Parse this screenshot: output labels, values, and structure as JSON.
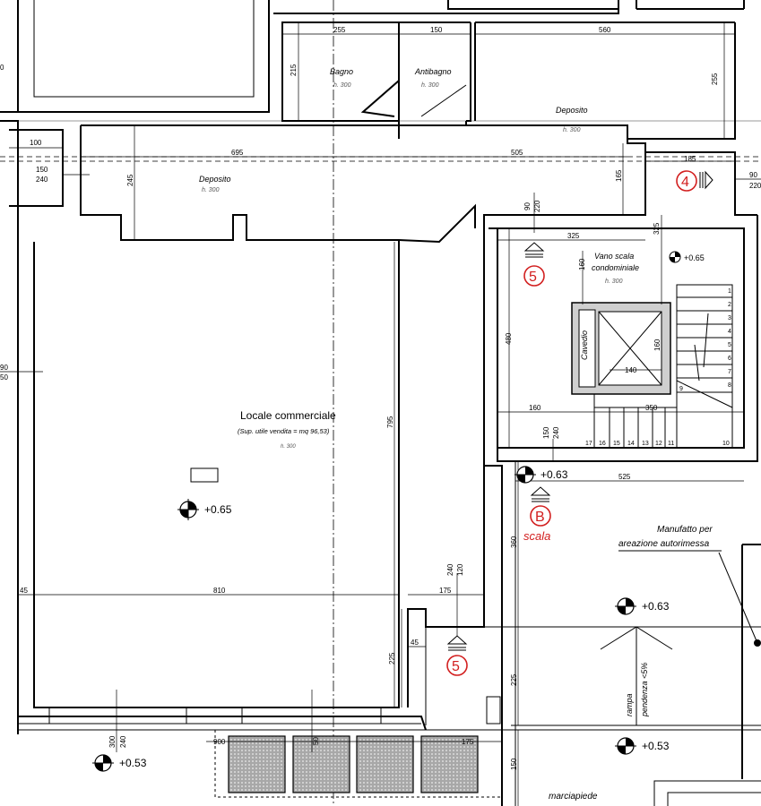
{
  "rooms": {
    "bagno": {
      "name": "Bagno",
      "height": "h. 300"
    },
    "antibagno": {
      "name": "Antibagno",
      "height": "h. 300"
    },
    "deposito_top": {
      "name": "Deposito",
      "height": "h. 300"
    },
    "deposito_mid": {
      "name": "Deposito",
      "height": "h. 300"
    },
    "vano_scala": {
      "name_line1": "Vano scala",
      "name_line2": "condominiale",
      "height": "h. 300"
    },
    "cavedio": {
      "name": "Cavedio"
    },
    "locale": {
      "name": "Locale commerciale",
      "area": "(Sup. utile vendita = mq 96,53)",
      "height": "h. 300"
    },
    "manufatto": {
      "line1": "Manufatto per",
      "line2": "areazione autorimessa"
    },
    "marciapiede": {
      "name": "marciapiede"
    },
    "rampa": {
      "line1": "rampa",
      "line2": "pendenza <5%"
    }
  },
  "levels": {
    "locale": "+0.65",
    "vano": "+0.65",
    "scala_entry": "+0.63",
    "rampa_top": "+0.63",
    "rampa_bottom": "+0.53",
    "street": "+0.53"
  },
  "markers": {
    "four": "4",
    "five_a": "5",
    "five_b": "5",
    "b_letter": "B",
    "b_label": "scala"
  },
  "dimensions": {
    "d255a": "255",
    "d150a": "150",
    "d560": "560",
    "d215": "215",
    "d255b": "255",
    "d100": "100",
    "d150b": "150",
    "d240a": "240",
    "d695": "695",
    "d505": "505",
    "d245": "245",
    "d165": "165",
    "d185": "185",
    "d90a": "90",
    "d220a": "220",
    "d90b": "90",
    "d220b": "220",
    "d325a": "325",
    "d325b": "325",
    "d160a": "160",
    "d480": "480",
    "d160b": "160",
    "d140": "140",
    "d160c": "160",
    "d350": "350",
    "d150c": "150",
    "d240b": "240",
    "d525": "525",
    "d795": "795",
    "d360": "360",
    "d120": "120",
    "d240c": "240",
    "d45a": "45",
    "d810": "810",
    "d175a": "175",
    "d45b": "45",
    "d225a": "225",
    "d225b": "225",
    "d300": "300",
    "d240d": "240",
    "d900": "900",
    "d175b": "175",
    "d150d": "150",
    "d90c": "90",
    "d50": "50",
    "d0": "0"
  },
  "stairs": [
    "1",
    "2",
    "3",
    "4",
    "5",
    "6",
    "7",
    "8",
    "9",
    "10",
    "11",
    "12",
    "13",
    "14",
    "15",
    "16",
    "17"
  ]
}
